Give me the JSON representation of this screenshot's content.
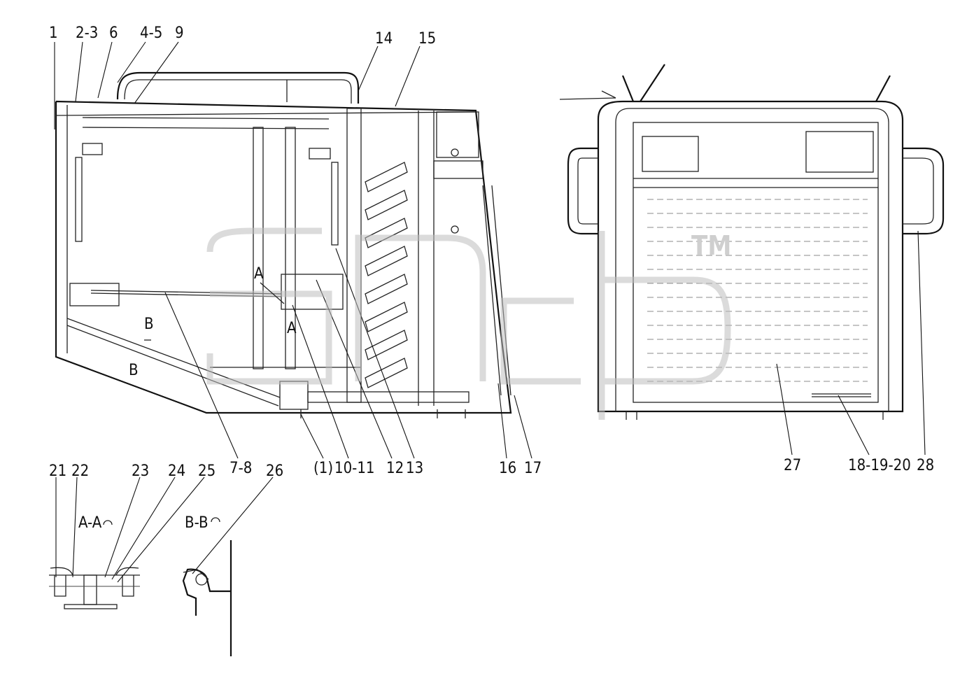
{
  "callouts": {
    "c1": "1",
    "c2": "2-3",
    "c3": "6",
    "c4": "4-5",
    "c5": "9",
    "c6": "14",
    "c7": "15",
    "c8": "7-8",
    "c9": "(1)",
    "c10": "10-11",
    "c11": "12",
    "c12": "13",
    "c13": "16",
    "c14": "17",
    "c15": "27",
    "c16": "18-19-20",
    "c17": "28",
    "c18": "21",
    "c19": "22",
    "c20": "23",
    "c21": "24",
    "c22": "25",
    "c23": "26"
  },
  "section_marks": {
    "a_top": "A",
    "a_bottom": "A",
    "b_top": "B",
    "b_bottom": "B"
  },
  "section_views": {
    "aa_title": "A-A",
    "bb_title": "B-B"
  },
  "watermark": {
    "tm": "TM"
  }
}
